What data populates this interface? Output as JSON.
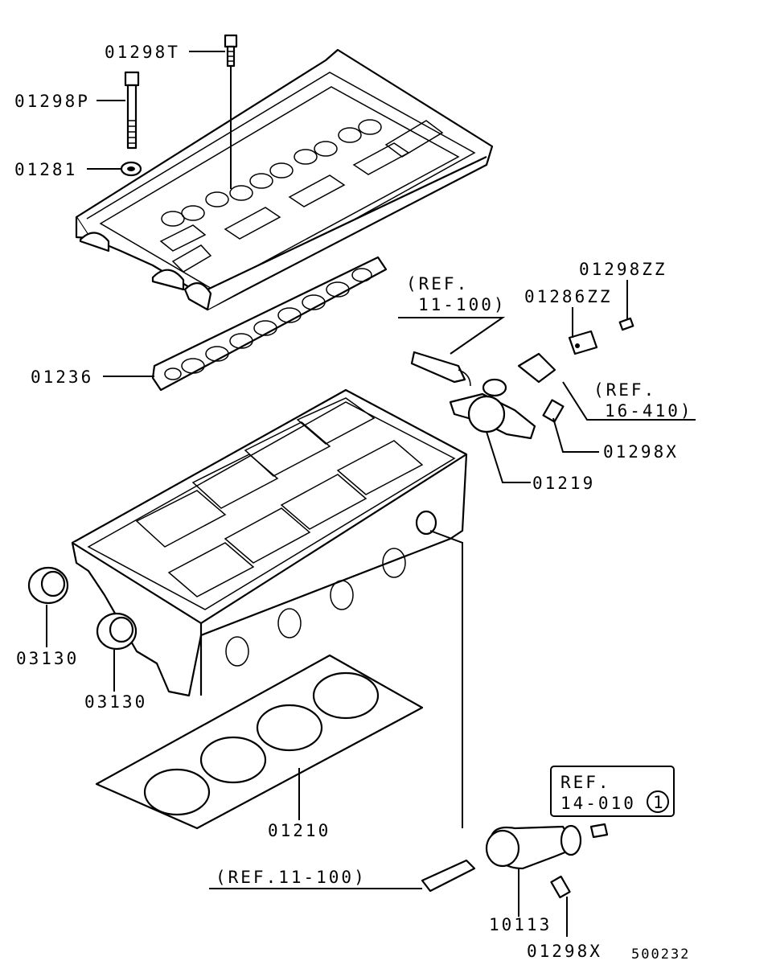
{
  "labels": {
    "p01298T": "01298T",
    "p01298P": "01298P",
    "p01281": "01281",
    "p01236": "01236",
    "p01298ZZ": "01298ZZ",
    "p01286ZZ": "01286ZZ",
    "ref_11_100_top_a": "(REF.",
    "ref_11_100_top_b": "11-100)",
    "ref_16_410_a": "(REF.",
    "ref_16_410_b": "16-410)",
    "p01298X_upper": "01298X",
    "p01219": "01219",
    "p03130_a": "03130",
    "p03130_b": "03130",
    "p01210": "01210",
    "ref_14_010_a": "REF.",
    "ref_14_010_b": "14-010",
    "ref_14_010_circle": "1",
    "ref_11_100_bottom": "(REF.11-100)",
    "p10113": "10113",
    "p01298X_lower": "01298X",
    "diagram_id": "500232"
  }
}
